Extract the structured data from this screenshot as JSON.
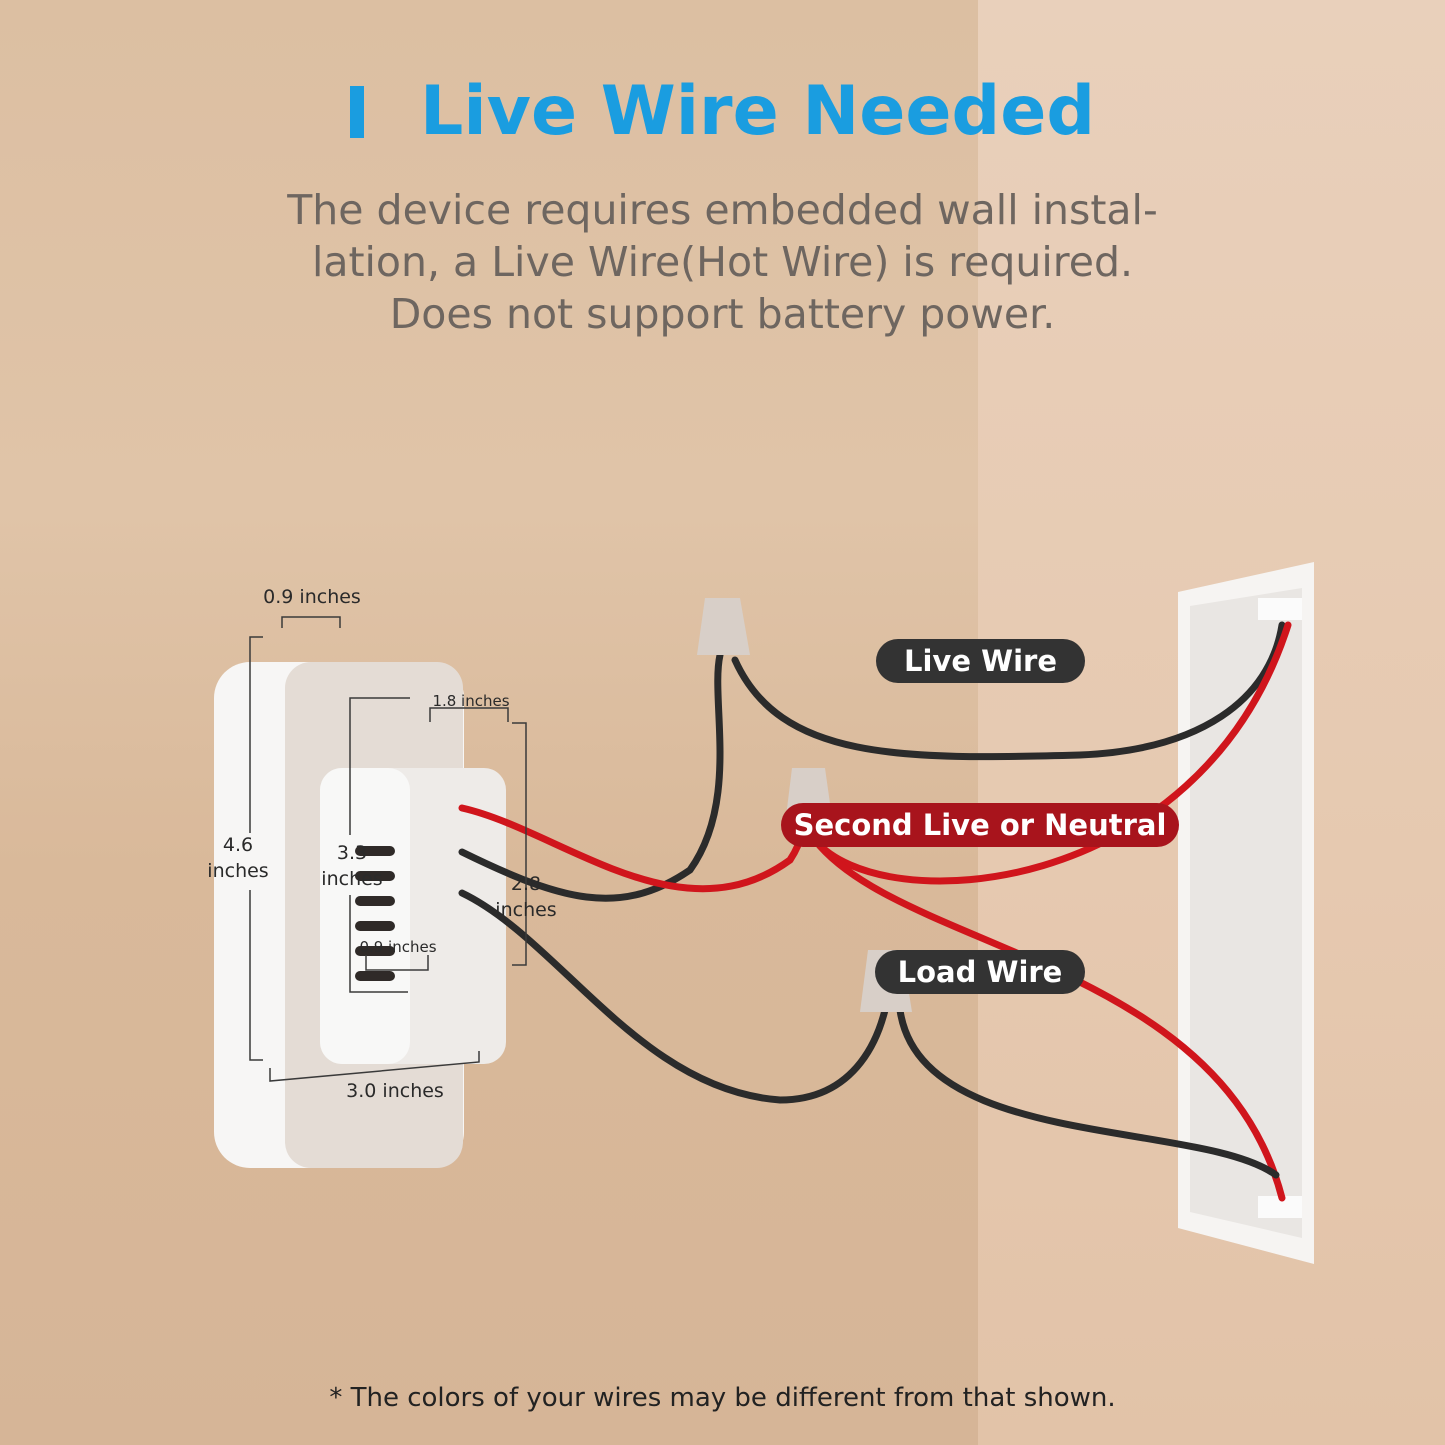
{
  "title": "Live Wire Needed",
  "subtitle": [
    "The device requires embedded wall instal-",
    "lation, a Live Wire(Hot Wire) is required.",
    "Does not support battery power."
  ],
  "labels": {
    "live": "Live Wire",
    "second": "Second Live or Neutral",
    "load": "Load Wire"
  },
  "dimensions": {
    "top_depth": "0.9 inches",
    "height_total": "4.6\ninches",
    "module_height": "3.3\ninches",
    "module_depth": "1.8 inches",
    "module_width": "2.8\ninches",
    "vent_width": "0.9 inches",
    "plate_width": "3.0 inches"
  },
  "footnote": "* The colors of your wires may be different from that shown.",
  "colors": {
    "title": "#1a9de0",
    "pill_dark": "#333333",
    "pill_red": "#a8141c",
    "wire_red": "#d0151c",
    "wire_black": "#2b2b2b"
  }
}
